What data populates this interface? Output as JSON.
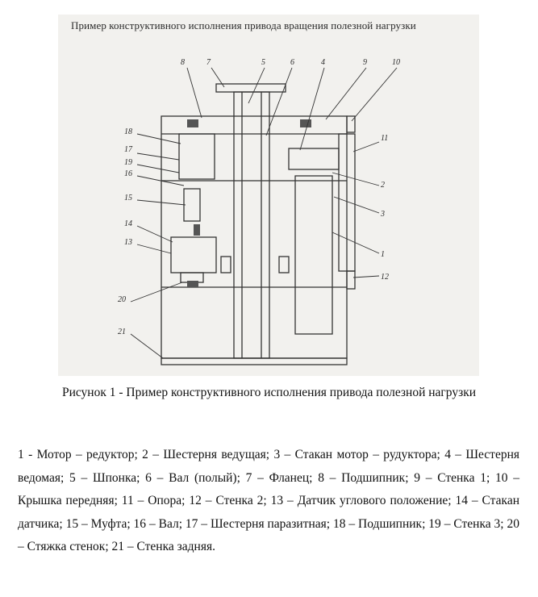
{
  "figure": {
    "scan_title": "Пример конструктивного исполнения привода вращения полезной нагрузки",
    "callouts": {
      "n8": "8",
      "n7": "7",
      "n5": "5",
      "n6": "6",
      "n4": "4",
      "n9": "9",
      "n10": "10",
      "n18": "18",
      "n17": "17",
      "n19": "19",
      "n16": "16",
      "n15": "15",
      "n14": "14",
      "n13": "13",
      "n20": "20",
      "n21": "21",
      "n11": "11",
      "n2": "2",
      "n3": "3",
      "n1": "1",
      "n12": "12"
    }
  },
  "caption": "Рисунок 1 - Пример конструктивного исполнения привода полезной нагрузки",
  "legend": "1 - Мотор – редуктор; 2 – Шестерня ведущая; 3 – Стакан мотор – рудуктора; 4 – Шестерня ведомая; 5 – Шпонка; 6 – Вал (полый); 7 – Фланец; 8 – Подшипник; 9 – Стенка 1; 10 – Крышка передняя; 11 – Опора; 12 – Стенка 2; 13 – Датчик углового положение; 14 – Стакан датчика; 15 – Муфта; 16 – Вал; 17 – Шестерня паразитная; 18 – Подшипник; 19 – Стенка 3; 20 – Стяжка стенок; 21 – Стенка задняя."
}
